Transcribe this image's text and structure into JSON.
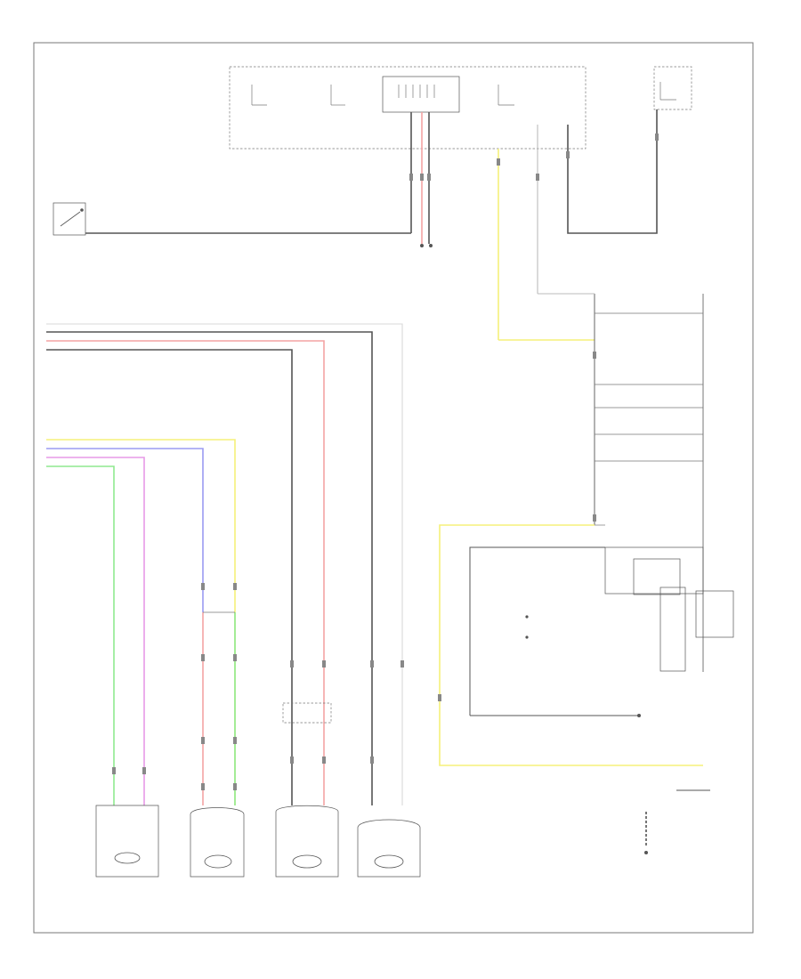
{
  "diagram": {
    "footer_code": "",
    "colors": {
      "black": "#555555",
      "red": "#f4a3a3",
      "yellow": "#f5f07a",
      "blue": "#9b9bf2",
      "pink": "#e79ae7",
      "green": "#8fe98f",
      "white": "#d8d8d8",
      "frame": "#666666"
    },
    "components": [
      {
        "id": "upper-junction-box"
      },
      {
        "id": "parking-brake-switch"
      },
      {
        "id": "ground-point-upper"
      },
      {
        "id": "combination-meter-assembly"
      },
      {
        "id": "lower-control-module"
      },
      {
        "id": "ground-point-lower"
      },
      {
        "id": "left-front-sensor"
      },
      {
        "id": "right-front-sensor"
      },
      {
        "id": "right-rear-sensor"
      },
      {
        "id": "left-rear-sensor"
      },
      {
        "id": "ground-point-bottom-right"
      }
    ]
  }
}
